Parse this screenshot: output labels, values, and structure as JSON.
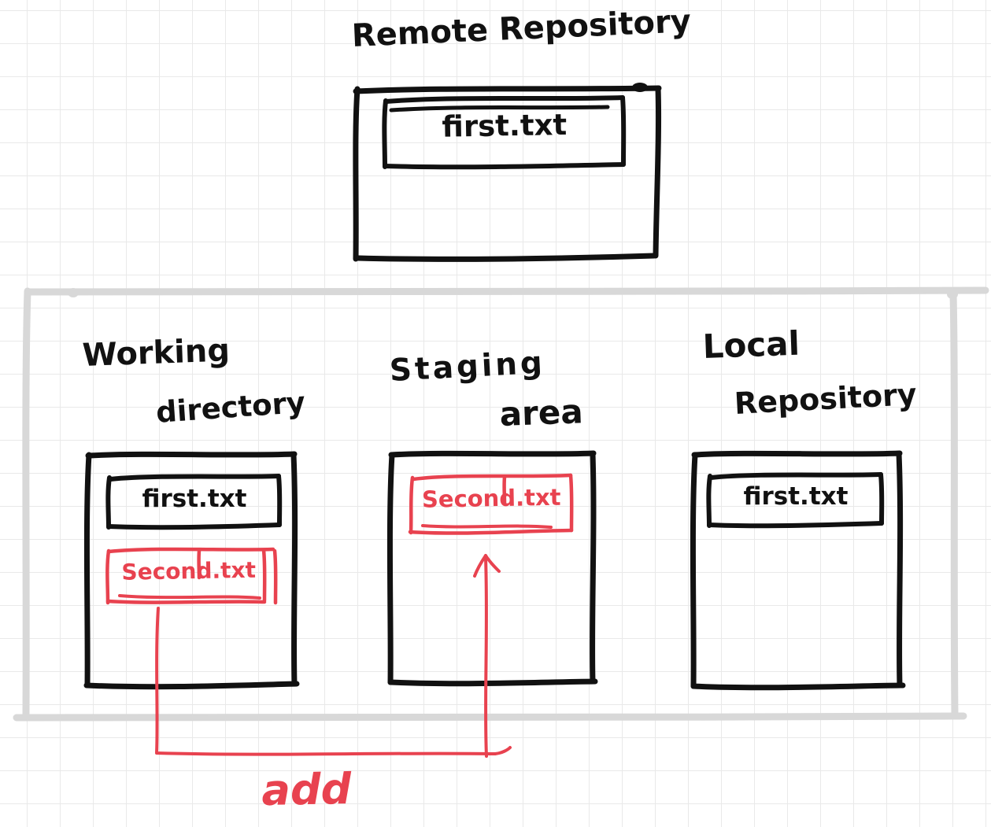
{
  "colors": {
    "ink": "#111111",
    "red": "#e8424f",
    "container_gray": "#d8d8d8",
    "grid": "#e9e9e9",
    "bg": "#ffffff"
  },
  "remote_repository": {
    "title": "Remote Repository",
    "files": [
      "first.txt"
    ]
  },
  "working_directory": {
    "title_line1": "Working",
    "title_line2": "directory",
    "files": [
      "first.txt",
      "Second.txt"
    ]
  },
  "staging_area": {
    "title_line1": "Staging",
    "title_line2": "area",
    "files": [
      "Second.txt"
    ]
  },
  "local_repository": {
    "title_line1": "Local",
    "title_line2": "Repository",
    "files": [
      "first.txt"
    ]
  },
  "arrow": {
    "label": "add",
    "from": "working_directory.Second.txt",
    "to": "staging_area"
  }
}
